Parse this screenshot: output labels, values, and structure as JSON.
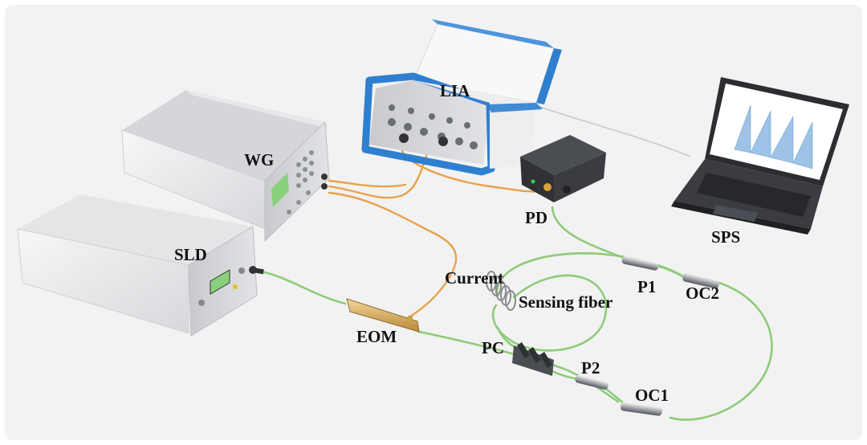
{
  "diagram": {
    "labels": {
      "lia": "LIA",
      "wg": "WG",
      "sld": "SLD",
      "pd": "PD",
      "sps": "SPS",
      "eom": "EOM",
      "current": "Current",
      "sensing_fiber": "Sensing fiber",
      "pc": "PC",
      "p1": "P1",
      "p2": "P2",
      "oc1": "OC1",
      "oc2": "OC2"
    },
    "colors": {
      "background": "#f2f2f2",
      "fiber": "#8fcb7a",
      "cable": "#e7a24b",
      "lia_frame": "#2f7fd0",
      "instrument_body": "#e9eaec",
      "laptop": "#2b2d31",
      "plot_fill": "#9ec3e6"
    },
    "icons": {
      "lia": "lock-in-amplifier-icon",
      "wg": "waveform-generator-icon",
      "sld": "superluminescent-diode-icon",
      "pd": "photodetector-icon",
      "sps": "laptop-icon",
      "eom": "electro-optic-modulator-icon",
      "coil": "current-coil-icon"
    }
  }
}
